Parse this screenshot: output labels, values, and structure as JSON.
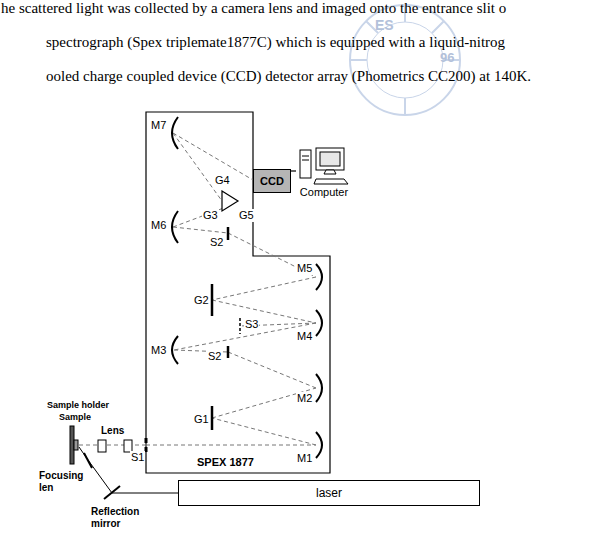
{
  "diagram": {
    "nodes": [
      {
        "text": [
          "CCD"
        ]
      },
      {
        "text": [
          "Computer"
        ]
      },
      {
        "text": [
          "laser"
        ]
      }
    ],
    "edges": [
      {
        "from": 0,
        "to": 1,
        "arrow": "none"
      }
    ],
    "labels": [
      "he scattered light was collected by a camera lens and imaged onto the entrance slit o",
      "spectrograph (Spex triplemate1877C) which is equipped with a liquid-nitrog",
      "ooled charge coupled device (CCD) detector array (Phometrics CC200) at 140K.",
      "ES",
      "96",
      "M7",
      "M6",
      "G4",
      "G3",
      "G5",
      "S2",
      "M5",
      "G2",
      "S3",
      "S2",
      "M4",
      "M3",
      "M2",
      "G1",
      "M1",
      "S1",
      "Sample holder",
      "Sample",
      "Lens",
      "Focusing len",
      "Reflection mirror",
      "SPEX 1877"
    ]
  }
}
